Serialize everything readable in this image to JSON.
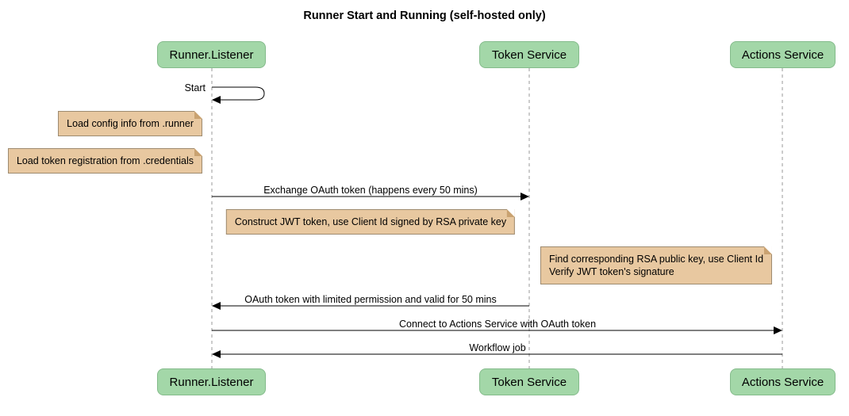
{
  "title": "Runner Start and Running (self-hosted only)",
  "participants": [
    {
      "id": "runner-listener",
      "label": "Runner.Listener"
    },
    {
      "id": "token-service",
      "label": "Token Service"
    },
    {
      "id": "actions-service",
      "label": "Actions Service"
    }
  ],
  "messages": [
    {
      "label": "Start",
      "from": "runner-listener",
      "to": "runner-listener",
      "type": "self"
    },
    {
      "label": "Exchange OAuth token (happens every 50 mins)",
      "from": "runner-listener",
      "to": "token-service",
      "type": "solid"
    },
    {
      "label": "OAuth token with limited permission and valid for 50 mins",
      "from": "token-service",
      "to": "runner-listener",
      "type": "solid"
    },
    {
      "label": "Connect to Actions Service with OAuth token",
      "from": "runner-listener",
      "to": "actions-service",
      "type": "solid"
    },
    {
      "label": "Workflow job",
      "from": "actions-service",
      "to": "runner-listener",
      "type": "solid"
    }
  ],
  "notes": [
    {
      "text": "Load config info from .runner",
      "placement": "left of runner-listener"
    },
    {
      "text": "Load token registration from .credentials",
      "placement": "left of runner-listener"
    },
    {
      "text": "Construct JWT token, use Client Id signed by RSA private key",
      "placement": "between runner-listener and token-service"
    },
    {
      "text": "Find corresponding RSA public key, use Client Id\nVerify JWT token's signature",
      "placement": "between token-service and actions-service"
    }
  ],
  "colors": {
    "participant_fill": "#a3d7a8",
    "participant_border": "#84bb8b",
    "note_fill": "#e8c8a0",
    "note_border": "#9e8b70",
    "note_fold": "#c9a271",
    "lifeline": "#999999",
    "arrow": "#000000"
  }
}
